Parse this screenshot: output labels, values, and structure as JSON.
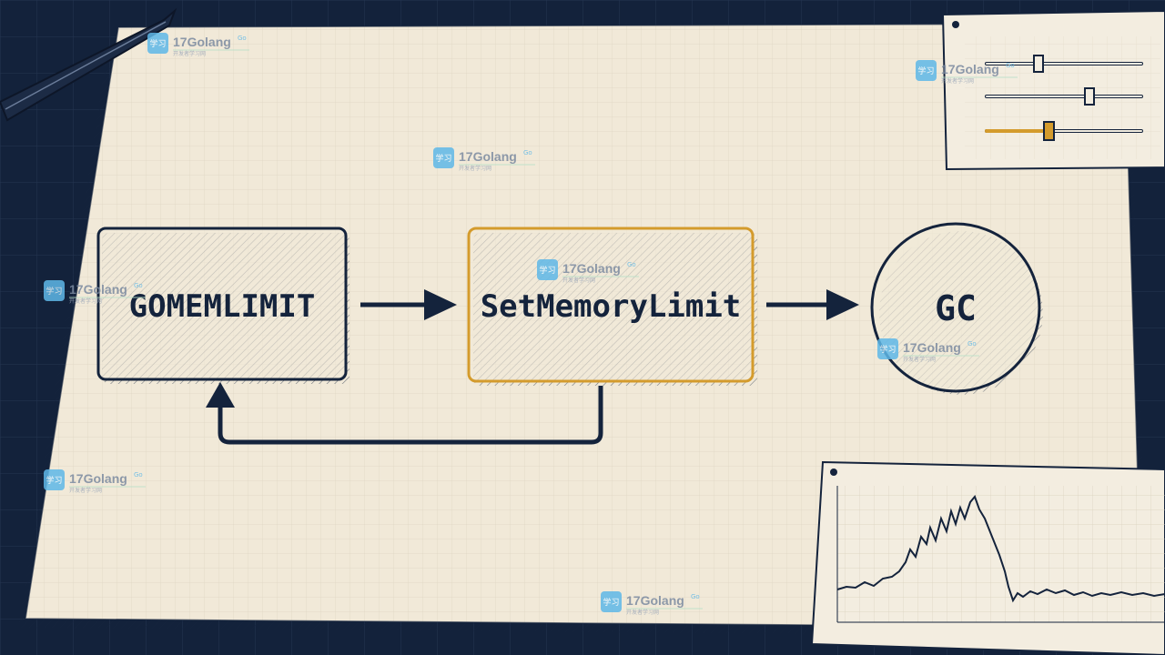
{
  "diagram": {
    "nodes": {
      "gomemlimit": "GOMEMLIMIT",
      "setmemorylimit": "SetMemoryLimit",
      "gc": "GC"
    }
  },
  "watermark": {
    "brand": "17Golang",
    "badge": "Go",
    "subtitle": "开发者学习网",
    "logo": "学习"
  },
  "colors": {
    "background": "#13223b",
    "paper": "#f1e9d8",
    "ink": "#14233c",
    "accent": "#d49b2c"
  },
  "icons": [
    "pen-icon",
    "slider-panel-icon",
    "line-chart-icon"
  ]
}
